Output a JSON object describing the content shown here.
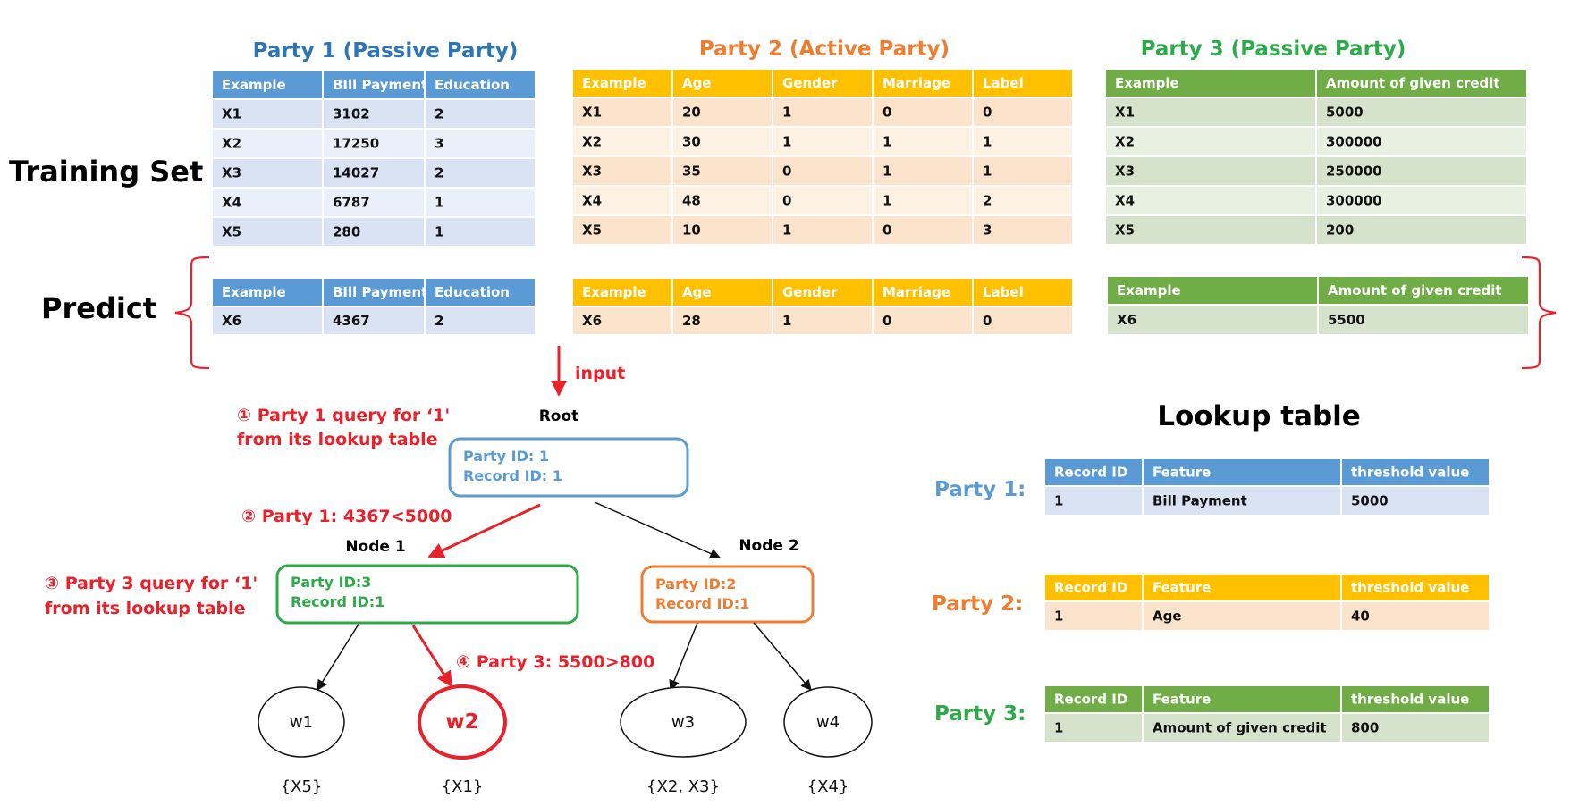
{
  "row_labels": {
    "training": "Training Set",
    "predict": "Predict"
  },
  "colors": {
    "blue_header": "#5b9bd5",
    "blue_row_a": "#dae3f3",
    "blue_row_b": "#eaf0f9",
    "blue_title": "#2e75b6",
    "orange_header": "#ffc000",
    "orange_row_a": "#fce4cc",
    "orange_row_b": "#fdf1e4",
    "orange_title": "#ed7d31",
    "green_header": "#70ad47",
    "green_row_a": "#d5e3cc",
    "green_row_b": "#e7f0e1",
    "green_title": "#2eaa4a",
    "red": "#e8212a"
  },
  "parties": {
    "p1": {
      "title": "Party 1 (Passive Party)",
      "headers": [
        "Example",
        "BIll Payment",
        "Education"
      ],
      "train_rows": [
        [
          "X1",
          "3102",
          "2"
        ],
        [
          "X2",
          "17250",
          "3"
        ],
        [
          "X3",
          "14027",
          "2"
        ],
        [
          "X4",
          "6787",
          "1"
        ],
        [
          "X5",
          "280",
          "1"
        ]
      ],
      "predict_rows": [
        [
          "X6",
          "4367",
          "2"
        ]
      ]
    },
    "p2": {
      "title": "Party 2 (Active Party)",
      "headers": [
        "Example",
        "Age",
        "Gender",
        "Marriage",
        "Label"
      ],
      "train_rows": [
        [
          "X1",
          "20",
          "1",
          "0",
          "0"
        ],
        [
          "X2",
          "30",
          "1",
          "1",
          "1"
        ],
        [
          "X3",
          "35",
          "0",
          "1",
          "1"
        ],
        [
          "X4",
          "48",
          "0",
          "1",
          "2"
        ],
        [
          "X5",
          "10",
          "1",
          "0",
          "3"
        ]
      ],
      "predict_rows": [
        [
          "X6",
          "28",
          "1",
          "0",
          "0"
        ]
      ]
    },
    "p3": {
      "title": "Party 3 (Passive Party)",
      "headers": [
        "Example",
        "Amount of given credit"
      ],
      "train_rows": [
        [
          "X1",
          "5000"
        ],
        [
          "X2",
          "300000"
        ],
        [
          "X3",
          "250000"
        ],
        [
          "X4",
          "300000"
        ],
        [
          "X5",
          "200"
        ]
      ],
      "predict_rows": [
        [
          "X6",
          "5500"
        ]
      ]
    }
  },
  "flow": {
    "input_label": "input",
    "step1": [
      "① Party 1 query for ‘1'",
      "from its lookup table"
    ],
    "step2": "② Party 1: 4367<5000",
    "step3": [
      "③ Party 3 query for ‘1'",
      "from its lookup table"
    ],
    "step4": "④ Party 3: 5500>800"
  },
  "tree": {
    "root": {
      "label": "Root",
      "lines": [
        "Party ID: 1",
        "Record ID: 1"
      ]
    },
    "node1": {
      "label": "Node 1",
      "lines": [
        "Party ID:3",
        "Record ID:1"
      ]
    },
    "node2": {
      "label": "Node 2",
      "lines": [
        "Party ID:2",
        "Record ID:1"
      ]
    },
    "leaves": [
      {
        "name": "w1",
        "set": "{X5}"
      },
      {
        "name": "w2",
        "set": "{X1}"
      },
      {
        "name": "w3",
        "set": "{X2, X3}"
      },
      {
        "name": "w4",
        "set": "{X4}"
      }
    ]
  },
  "lookup": {
    "title": "Lookup table",
    "headers": [
      "Record ID",
      "Feature",
      "threshold value"
    ],
    "tables": [
      {
        "party": "Party 1:",
        "row": [
          "1",
          "Bill Payment",
          "5000"
        ]
      },
      {
        "party": "Party 2:",
        "row": [
          "1",
          "Age",
          "40"
        ]
      },
      {
        "party": "Party 3:",
        "row": [
          "1",
          "Amount of given credit",
          "800"
        ]
      }
    ]
  }
}
